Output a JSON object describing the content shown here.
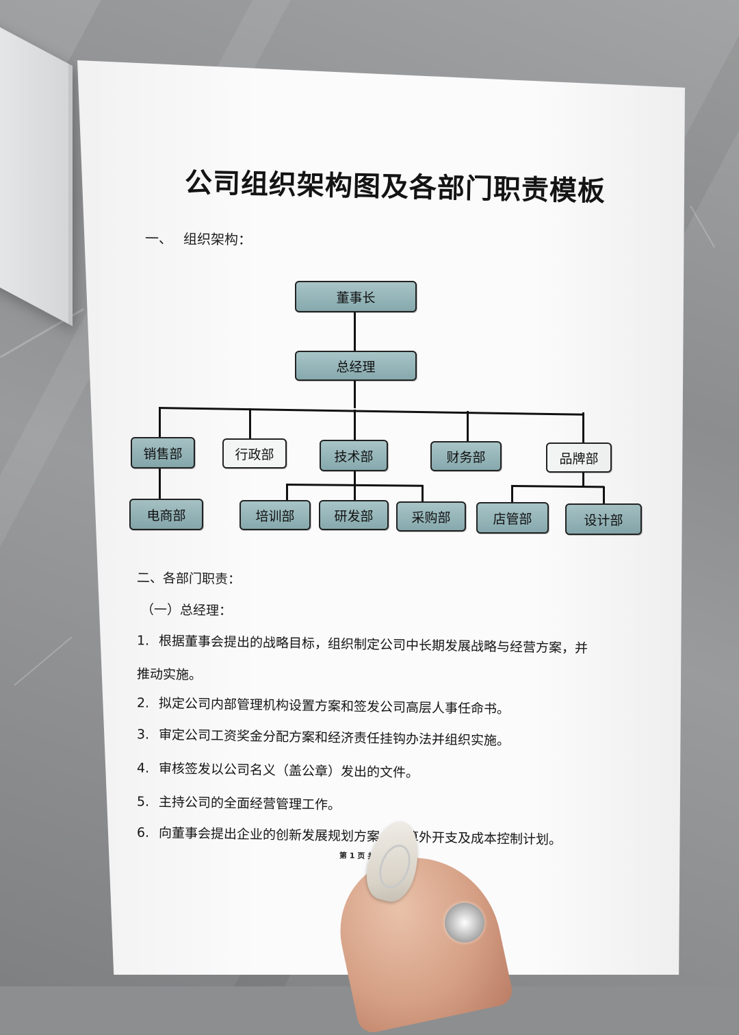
{
  "document": {
    "title": "公司组织架构图及各部门职责模板",
    "section1": {
      "number": "一、",
      "label": "组织架构："
    },
    "org_chart": {
      "top": "董事长",
      "gm": "总经理",
      "departments": [
        "销售部",
        "行政部",
        "技术部",
        "财务部",
        "品牌部"
      ],
      "sub_departments": {
        "sales": [
          "电商部"
        ],
        "tech": [
          "培训部",
          "研发部",
          "采购部"
        ],
        "brand": [
          "店管部",
          "设计部"
        ]
      }
    },
    "section2": {
      "label": "二、各部门职责："
    },
    "subsection": {
      "label": "（一）总经理："
    },
    "duties": [
      {
        "num": "1.",
        "text": "根据董事会提出的战略目标，组织制定公司中长期发展战略与经营方案，并"
      },
      {
        "num": "",
        "text": "推动实施。"
      },
      {
        "num": "2.",
        "text": "拟定公司内部管理机构设置方案和签发公司高层人事任命书。"
      },
      {
        "num": "3.",
        "text": "审定公司工资奖金分配方案和经济责任挂钩办法并组织实施。"
      },
      {
        "num": "4.",
        "text": "审核签发以公司名义（盖公章）发出的文件。"
      },
      {
        "num": "5.",
        "text": "主持公司的全面经营管理工作。"
      },
      {
        "num": "6.",
        "text": "向董事会提出企业的创新发展规划方案、预算外开支及成本控制计划。"
      }
    ],
    "footer": "第 1 页 共"
  }
}
